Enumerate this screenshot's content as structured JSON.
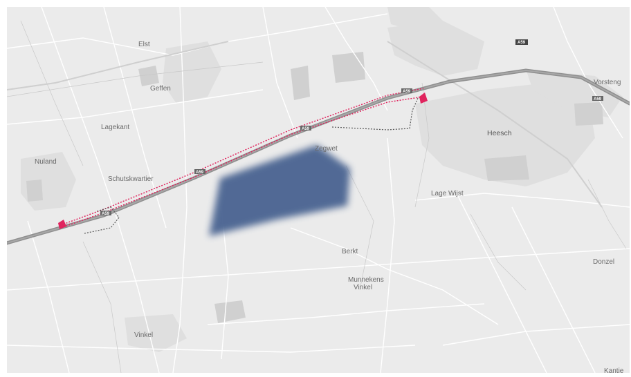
{
  "map": {
    "places": [
      {
        "key": "elst",
        "label": "Elst"
      },
      {
        "key": "geffen",
        "label": "Geffen"
      },
      {
        "key": "lagekant",
        "label": "Lagekant"
      },
      {
        "key": "nuland",
        "label": "Nuland"
      },
      {
        "key": "schutskwartier",
        "label": "Schutskwartier"
      },
      {
        "key": "zegwet",
        "label": "Zegwet"
      },
      {
        "key": "heesch",
        "label": "Heesch"
      },
      {
        "key": "lage-wijst",
        "label": "Lage Wijst"
      },
      {
        "key": "berkt",
        "label": "Berkt"
      },
      {
        "key": "munnekens-vinkel",
        "label": "Munnekens\nVinkel"
      },
      {
        "key": "vinkel",
        "label": "Vinkel"
      },
      {
        "key": "donzel",
        "label": "Donzel"
      },
      {
        "key": "vorstengrafdonk",
        "label": "Vorsteng"
      },
      {
        "key": "kantje",
        "label": "Kantje"
      }
    ],
    "road_shields": [
      "A59",
      "A59",
      "A59",
      "A59",
      "A59",
      "A59"
    ],
    "colors": {
      "background": "#ebebeb",
      "highway": "#8f8f8f",
      "route": "#e0245e",
      "area": "#4a6491",
      "built": "#dedede",
      "road": "#ffffff"
    }
  }
}
